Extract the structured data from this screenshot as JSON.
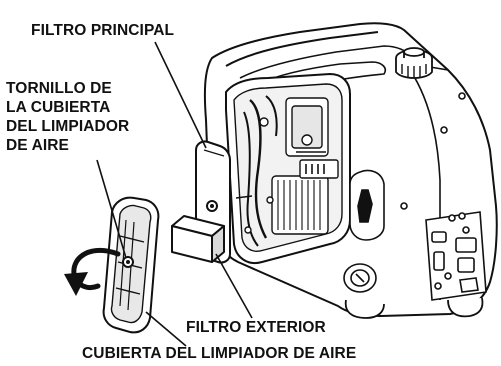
{
  "labels": {
    "main_filter": "FILTRO PRINCIPAL",
    "cover_screw": {
      "line1": "TORNILLO DE",
      "line2": "LA CUBIERTA",
      "line3": "DEL LIMPIADOR",
      "line4": "DE AIRE"
    },
    "outer_filter": "FILTRO EXTERIOR",
    "cover": "CUBIERTA DEL LIMPIADOR DE AIRE"
  },
  "colors": {
    "ink": "#111111",
    "paper": "#ffffff",
    "shade": "#cfcfcf",
    "dark_shade": "#555555"
  }
}
